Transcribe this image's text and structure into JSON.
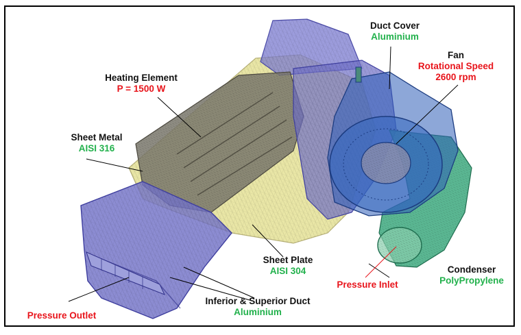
{
  "colors": {
    "property_red": "#e8141b",
    "material_green": "#22b14c",
    "duct_blue": "#6f6fc8",
    "sheet_yellow": "#e9e6a6",
    "heater_gray": "#7d7a6e",
    "condenser_green": "#3fae83",
    "fan_blue": "#2f5fb8"
  },
  "labels": {
    "duct_cover": {
      "name": "Duct Cover",
      "property": "Aluminium"
    },
    "fan": {
      "name": "Fan",
      "property_line1": "Rotational Speed",
      "property_line2": "2600 rpm"
    },
    "heating_element": {
      "name": "Heating Element",
      "property": "P = 1500 W"
    },
    "sheet_metal": {
      "name": "Sheet Metal",
      "property": "AISI 316"
    },
    "sheet_plate": {
      "name": "Sheet Plate",
      "property": "AISI 304"
    },
    "condenser": {
      "name": "Condenser",
      "property": "PolyPropylene"
    },
    "pressure_inlet": {
      "property": "Pressure Inlet"
    },
    "duct": {
      "name": "Inferior & Superior Duct",
      "property": "Aluminium"
    },
    "pressure_outlet": {
      "property": "Pressure Outlet"
    }
  }
}
